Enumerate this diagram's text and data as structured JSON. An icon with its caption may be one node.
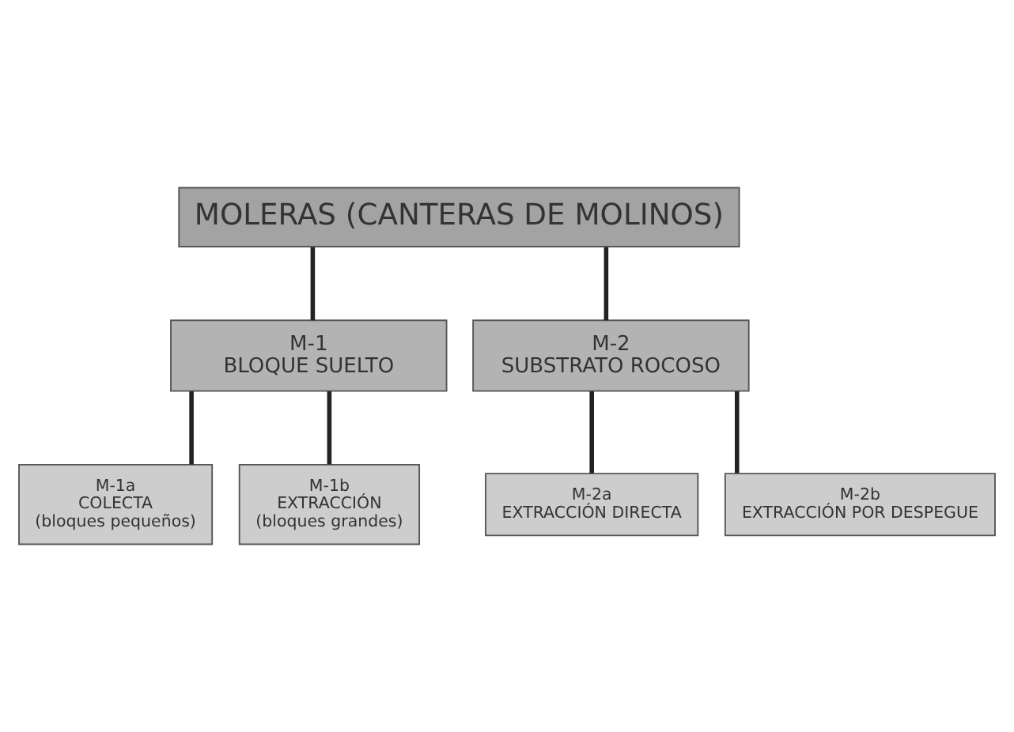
{
  "diagram": {
    "nodes": [
      {
        "text": [
          "MOLERAS (CANTERAS DE MOLINOS)"
        ]
      },
      {
        "text": [
          "M-1",
          "BLOQUE SUELTO"
        ]
      },
      {
        "text": [
          "M-2",
          "SUBSTRATO ROCOSO"
        ]
      },
      {
        "text": [
          "M-1a",
          "COLECTA",
          "(bloques pequeños)"
        ]
      },
      {
        "text": [
          "M-1b",
          "EXTRACCIÓN",
          "(bloques grandes)"
        ]
      },
      {
        "text": [
          "M-2a",
          "EXTRACCIÓN DIRECTA"
        ]
      },
      {
        "text": [
          "M-2b",
          "EXTRACCIÓN POR DESPEGUE"
        ]
      }
    ],
    "edges": [
      {
        "from": 0,
        "to": 1,
        "arrow": "none"
      },
      {
        "from": 0,
        "to": 2,
        "arrow": "none"
      },
      {
        "from": 1,
        "to": 3,
        "arrow": "none"
      },
      {
        "from": 1,
        "to": 4,
        "arrow": "none"
      },
      {
        "from": 2,
        "to": 5,
        "arrow": "none"
      },
      {
        "from": 2,
        "to": 6,
        "arrow": "none"
      }
    ]
  }
}
